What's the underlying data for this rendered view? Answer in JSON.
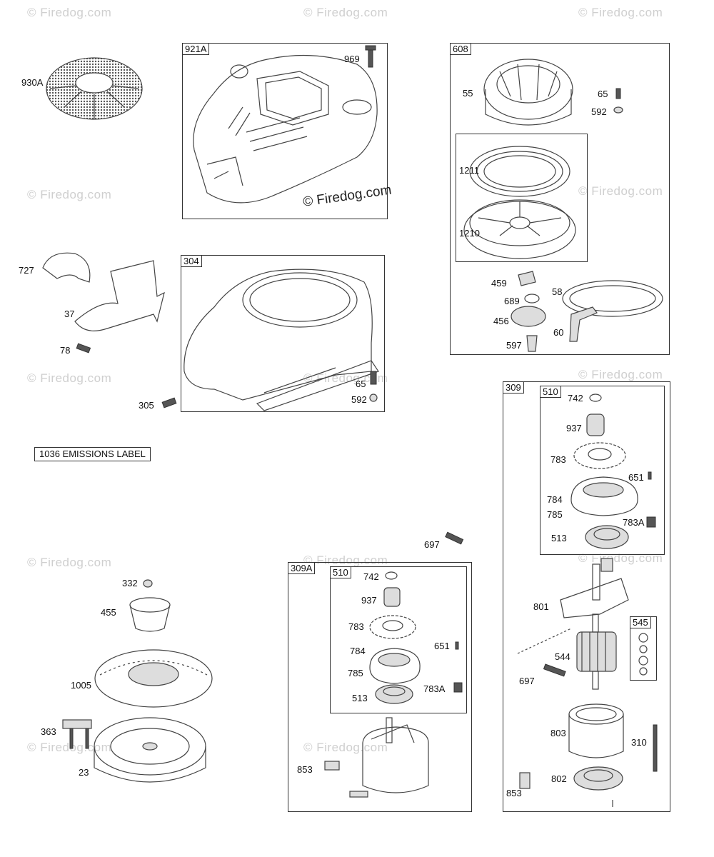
{
  "watermarks": {
    "w1": "© Firedog.com",
    "w2": "© Firedog.com",
    "w3": "© Firedog.com",
    "w4": "© Firedog.com",
    "w5": "© Firedog.com",
    "w6": "© Firedog.com",
    "w7": "© Firedog.com",
    "w8": "© Firedog.com",
    "w9": "© Firedog.com",
    "w10": "© Firedog.com",
    "w11": "© Firedog.com",
    "w12": "© Firedog.com",
    "w13": "© Firedog.com"
  },
  "copyright_center": "© Firedog.com",
  "emissions_label": "1036 EMISSIONS LABEL",
  "group_tags": {
    "g921A": "921A",
    "g304": "304",
    "g608": "608",
    "g309": "309",
    "g510a": "510",
    "g545": "545",
    "g309A": "309A",
    "g510b": "510"
  },
  "part_labels": {
    "l930A": "930A",
    "l969": "969",
    "l727": "727",
    "l37": "37",
    "l78": "78",
    "l305": "305",
    "l65a": "65",
    "l592a": "592",
    "l55": "55",
    "l65b": "65",
    "l592b": "592",
    "l1211": "1211",
    "l1210": "1210",
    "l459": "459",
    "l689": "689",
    "l58": "58",
    "l456": "456",
    "l60": "60",
    "l597": "597",
    "l742a": "742",
    "l937a": "937",
    "l783a": "783",
    "l651a": "651",
    "l784a": "784",
    "l785a": "785",
    "l783Aa": "783A",
    "l513a": "513",
    "l697a": "697",
    "l801": "801",
    "l544": "544",
    "l697b": "697",
    "l803": "803",
    "l310": "310",
    "l853a": "853",
    "l802": "802",
    "l742b": "742",
    "l937b": "937",
    "l783b": "783",
    "l651b": "651",
    "l784b": "784",
    "l785b": "785",
    "l783Ab": "783A",
    "l513b": "513",
    "l853b": "853",
    "l332": "332",
    "l455": "455",
    "l1005": "1005",
    "l363": "363",
    "l23": "23"
  }
}
